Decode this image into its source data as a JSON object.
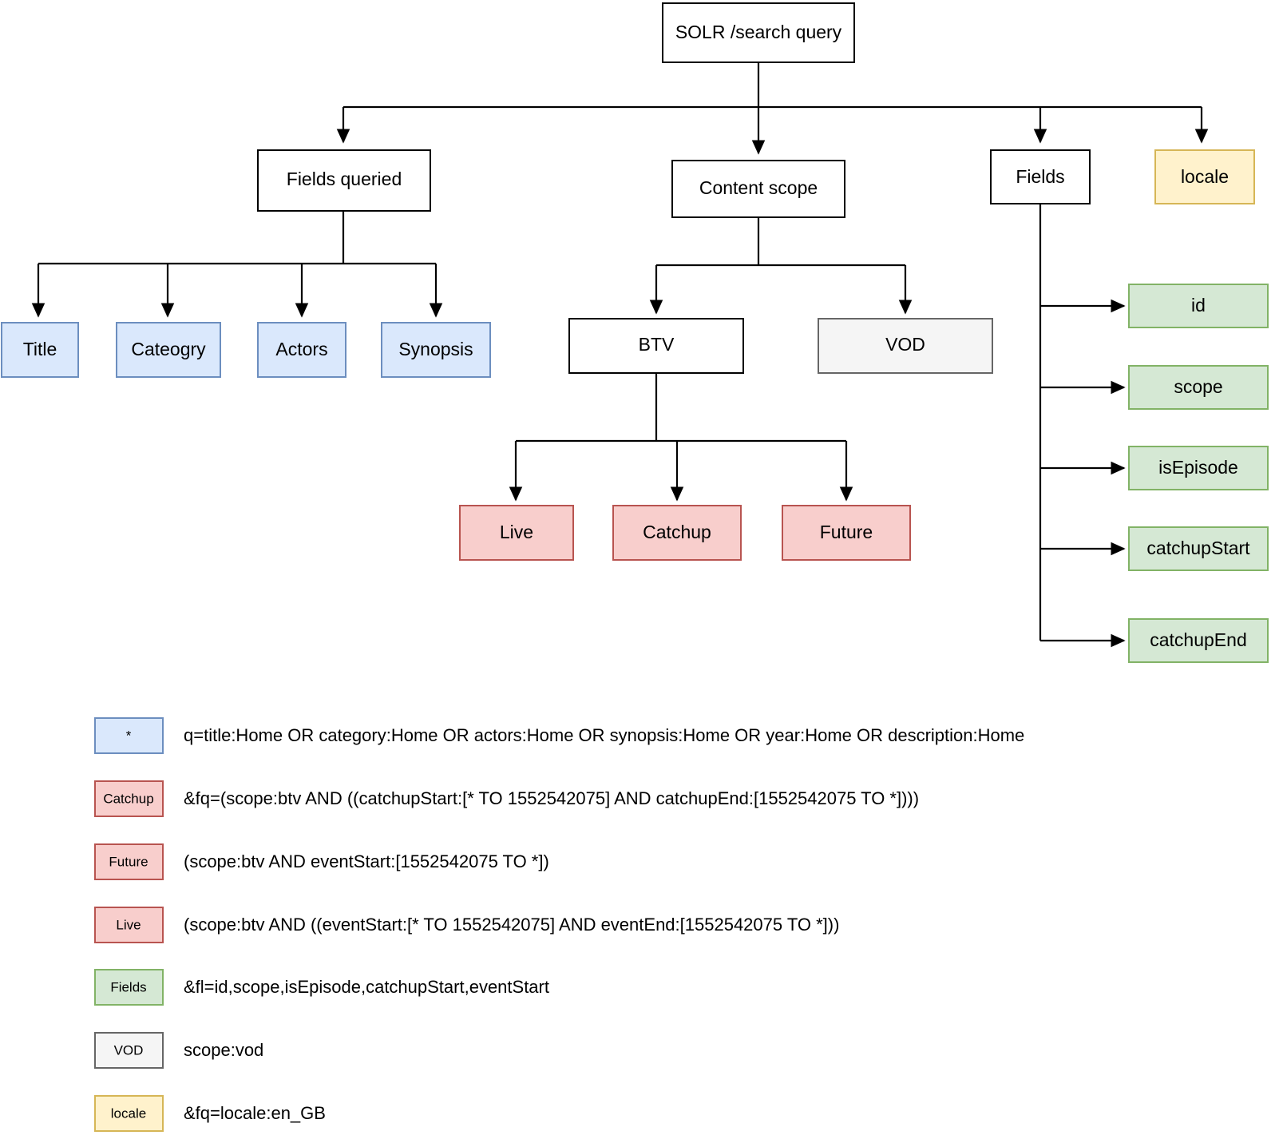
{
  "diagram": {
    "title": "SOLR /search query",
    "root": {
      "label": "SOLR /search query"
    },
    "level1": [
      {
        "label": "Fields queried"
      },
      {
        "label": "Content scope"
      },
      {
        "label": "Fields"
      },
      {
        "label": "locale"
      }
    ],
    "fields_queried": [
      {
        "label": "Title"
      },
      {
        "label": "Cateogry"
      },
      {
        "label": "Actors"
      },
      {
        "label": "Synopsis"
      }
    ],
    "content_scope": [
      {
        "label": "BTV"
      },
      {
        "label": "VOD"
      }
    ],
    "btv_children": [
      {
        "label": "Live"
      },
      {
        "label": "Catchup"
      },
      {
        "label": "Future"
      }
    ],
    "fields_list": [
      {
        "label": "id"
      },
      {
        "label": "scope"
      },
      {
        "label": "isEpisode"
      },
      {
        "label": "catchupStart"
      },
      {
        "label": "catchupEnd"
      }
    ]
  },
  "legend": [
    {
      "chip": "*",
      "style": "blue",
      "text": "q=title:Home OR category:Home OR actors:Home OR synopsis:Home OR year:Home OR description:Home"
    },
    {
      "chip": "Catchup",
      "style": "red",
      "text": "&fq=(scope:btv AND ((catchupStart:[* TO 1552542075] AND catchupEnd:[1552542075 TO *])))"
    },
    {
      "chip": "Future",
      "style": "red",
      "text": "(scope:btv AND eventStart:[1552542075 TO *])"
    },
    {
      "chip": "Live",
      "style": "red",
      "text": "(scope:btv AND ((eventStart:[* TO 1552542075] AND eventEnd:[1552542075 TO *]))"
    },
    {
      "chip": "Fields",
      "style": "green",
      "text": "&fl=id,scope,isEpisode,catchupStart,eventStart"
    },
    {
      "chip": "VOD",
      "style": "gray",
      "text": "scope:vod"
    },
    {
      "chip": "locale",
      "style": "yellow",
      "text": "&fq=locale:en_GB"
    }
  ],
  "colors": {
    "blue_fill": "#dae8fc",
    "blue_stroke": "#6c8ebf",
    "red_fill": "#f8cecc",
    "red_stroke": "#b85450",
    "green_fill": "#d5e8d4",
    "green_stroke": "#82b366",
    "gray_fill": "#f5f5f5",
    "gray_stroke": "#666666",
    "yellow_fill": "#fff2cc",
    "yellow_stroke": "#d6b656",
    "plain_fill": "#ffffff",
    "plain_stroke": "#000000",
    "edge": "#000000"
  }
}
